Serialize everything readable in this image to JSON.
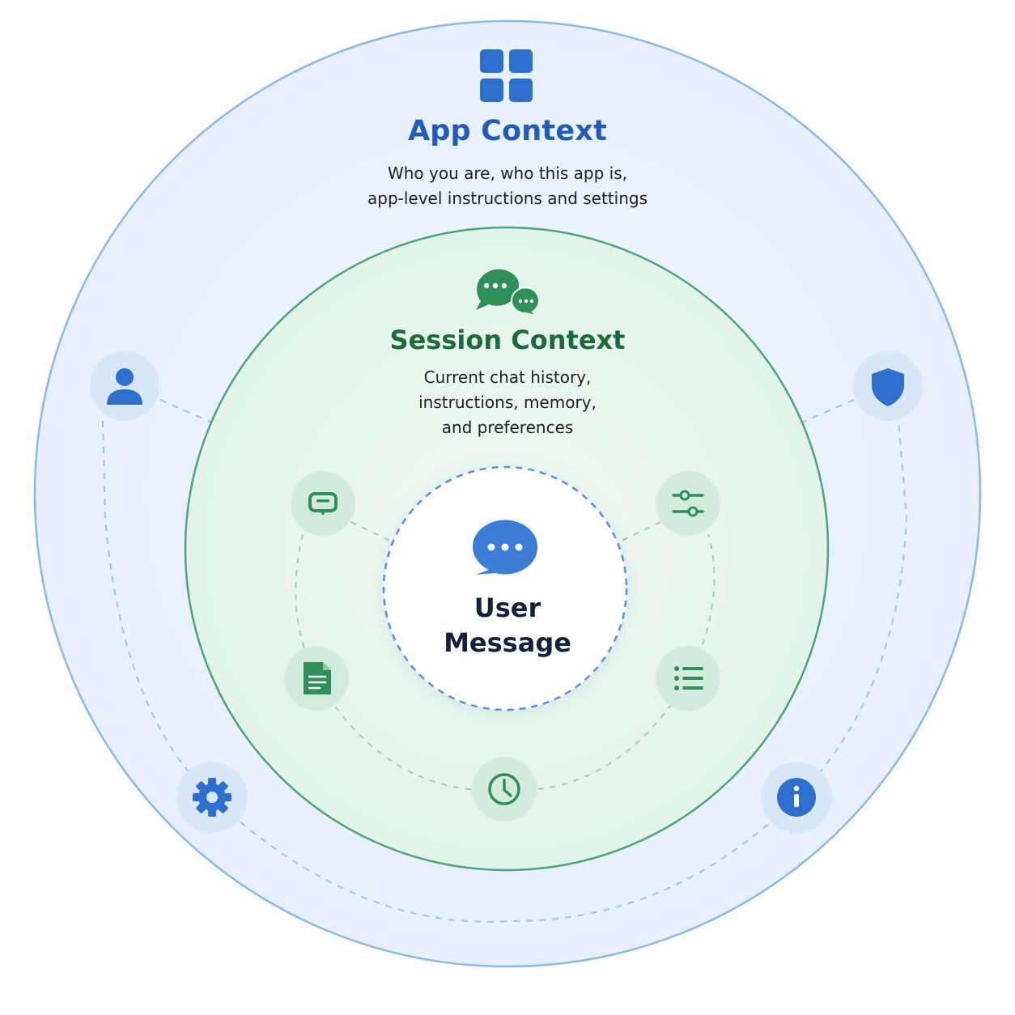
{
  "colors": {
    "app_blue": "#1f5cc0",
    "session_green": "#1c6b3f",
    "outer_ring": "#8db7ea",
    "session_ring": "#4da37a",
    "message_ring": "#5b8fd6"
  },
  "app_context": {
    "icon": "grid-icon",
    "title": "App Context",
    "description_line_1": "Who you are, who this app is,",
    "description_line_2": "app-level instructions and settings",
    "satellite_icons": [
      "user-icon",
      "shield-icon",
      "gear-icon",
      "info-icon"
    ]
  },
  "session_context": {
    "icon": "chat-bubbles-icon",
    "title": "Session Context",
    "description_line_1": "Current chat history,",
    "description_line_2": "instructions, memory,",
    "description_line_3": "and preferences",
    "satellite_icons": [
      "chat-icon",
      "sliders-icon",
      "document-icon",
      "list-icon",
      "clock-icon"
    ]
  },
  "user_message": {
    "icon": "message-icon",
    "line_1": "User",
    "line_2": "Message"
  }
}
